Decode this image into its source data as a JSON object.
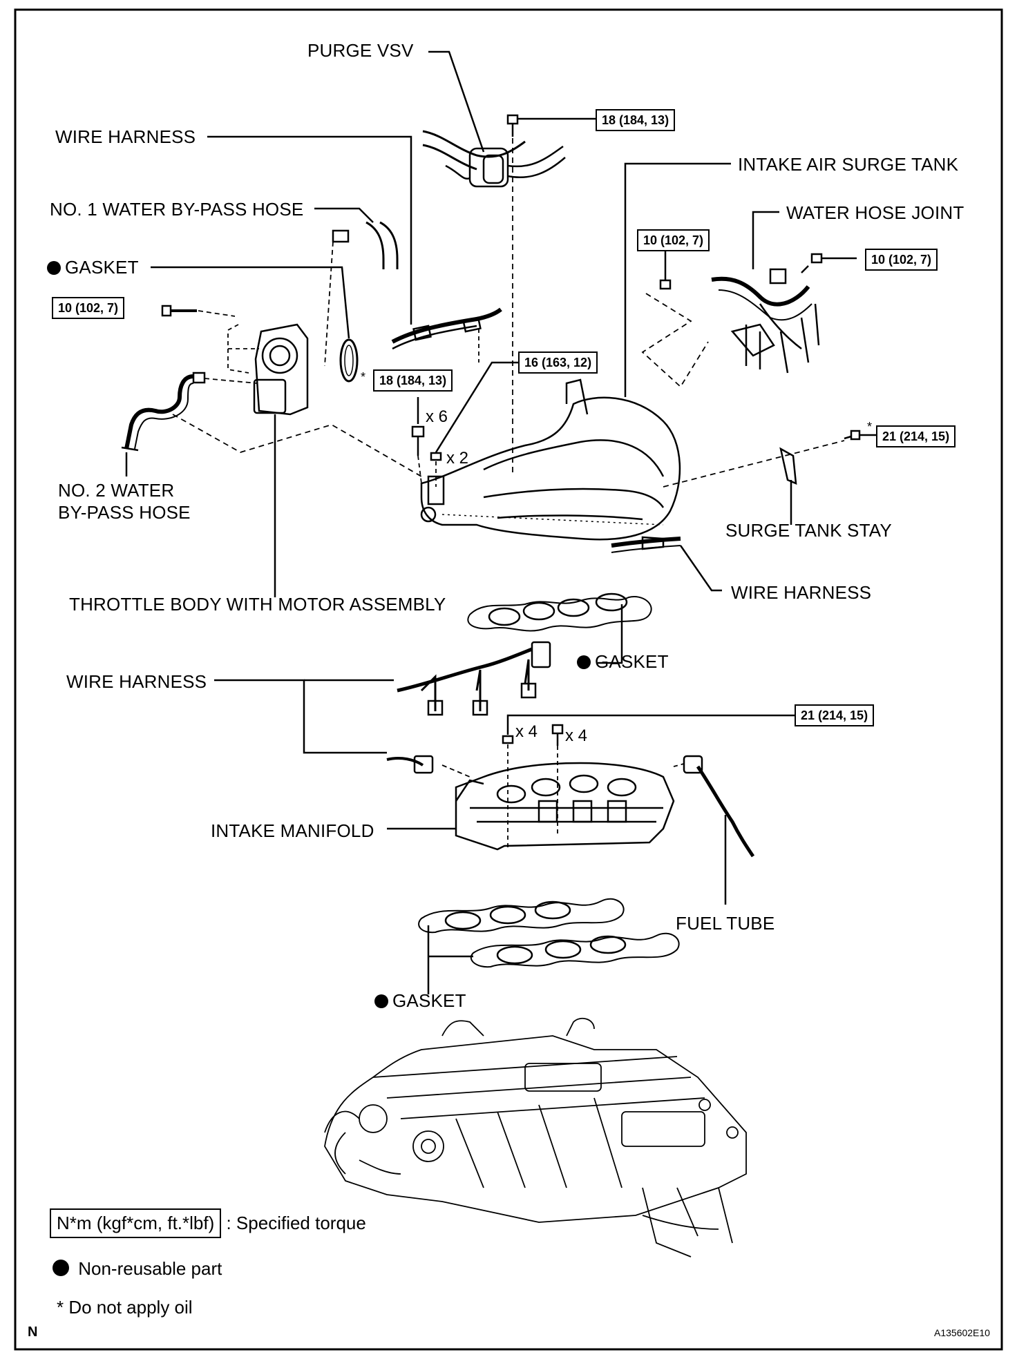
{
  "labels": {
    "purge_vsv": "PURGE VSV",
    "wire_harness_top": "WIRE HARNESS",
    "intake_air_surge_tank": "INTAKE AIR SURGE TANK",
    "no1_water_bypass_hose": "NO. 1 WATER BY-PASS HOSE",
    "water_hose_joint": "WATER HOSE JOINT",
    "gasket_throttle": "GASKET",
    "no2_water_bypass_hose_line1": "NO. 2 WATER",
    "no2_water_bypass_hose_line2": "BY-PASS HOSE",
    "surge_tank_stay": "SURGE TANK STAY",
    "wire_harness_mid": "WIRE HARNESS",
    "throttle_body": "THROTTLE BODY WITH MOTOR ASSEMBLY",
    "gasket_surge": "GASKET",
    "wire_harness_left": "WIRE HARNESS",
    "intake_manifold": "INTAKE MANIFOLD",
    "fuel_tube": "FUEL TUBE",
    "gasket_manifold": "GASKET"
  },
  "torques": {
    "purge_bolt": "18 (184, 13)",
    "hose_joint_left": "10 (102, 7)",
    "hose_joint_right": "10 (102, 7)",
    "throttle_bolt": "10 (102, 7)",
    "surge_nut": "16 (163, 12)",
    "surge_bolt": "18 (184, 13)",
    "stay_bolt": "21 (214, 15)",
    "manifold": "21 (214, 15)"
  },
  "quantities": {
    "surge_bolt": "x 6",
    "surge_nut": "x 2",
    "manifold_nut": "x 4",
    "manifold_bolt": "x 4"
  },
  "markers": {
    "no_oil": "*"
  },
  "legend": {
    "torque_box": "N*m (kgf*cm, ft.*lbf)",
    "torque_desc": ": Specified torque",
    "non_reusable": "Non-reusable part",
    "no_oil": "* Do not apply oil"
  },
  "footer": {
    "left": "N",
    "code": "A135602E10"
  }
}
